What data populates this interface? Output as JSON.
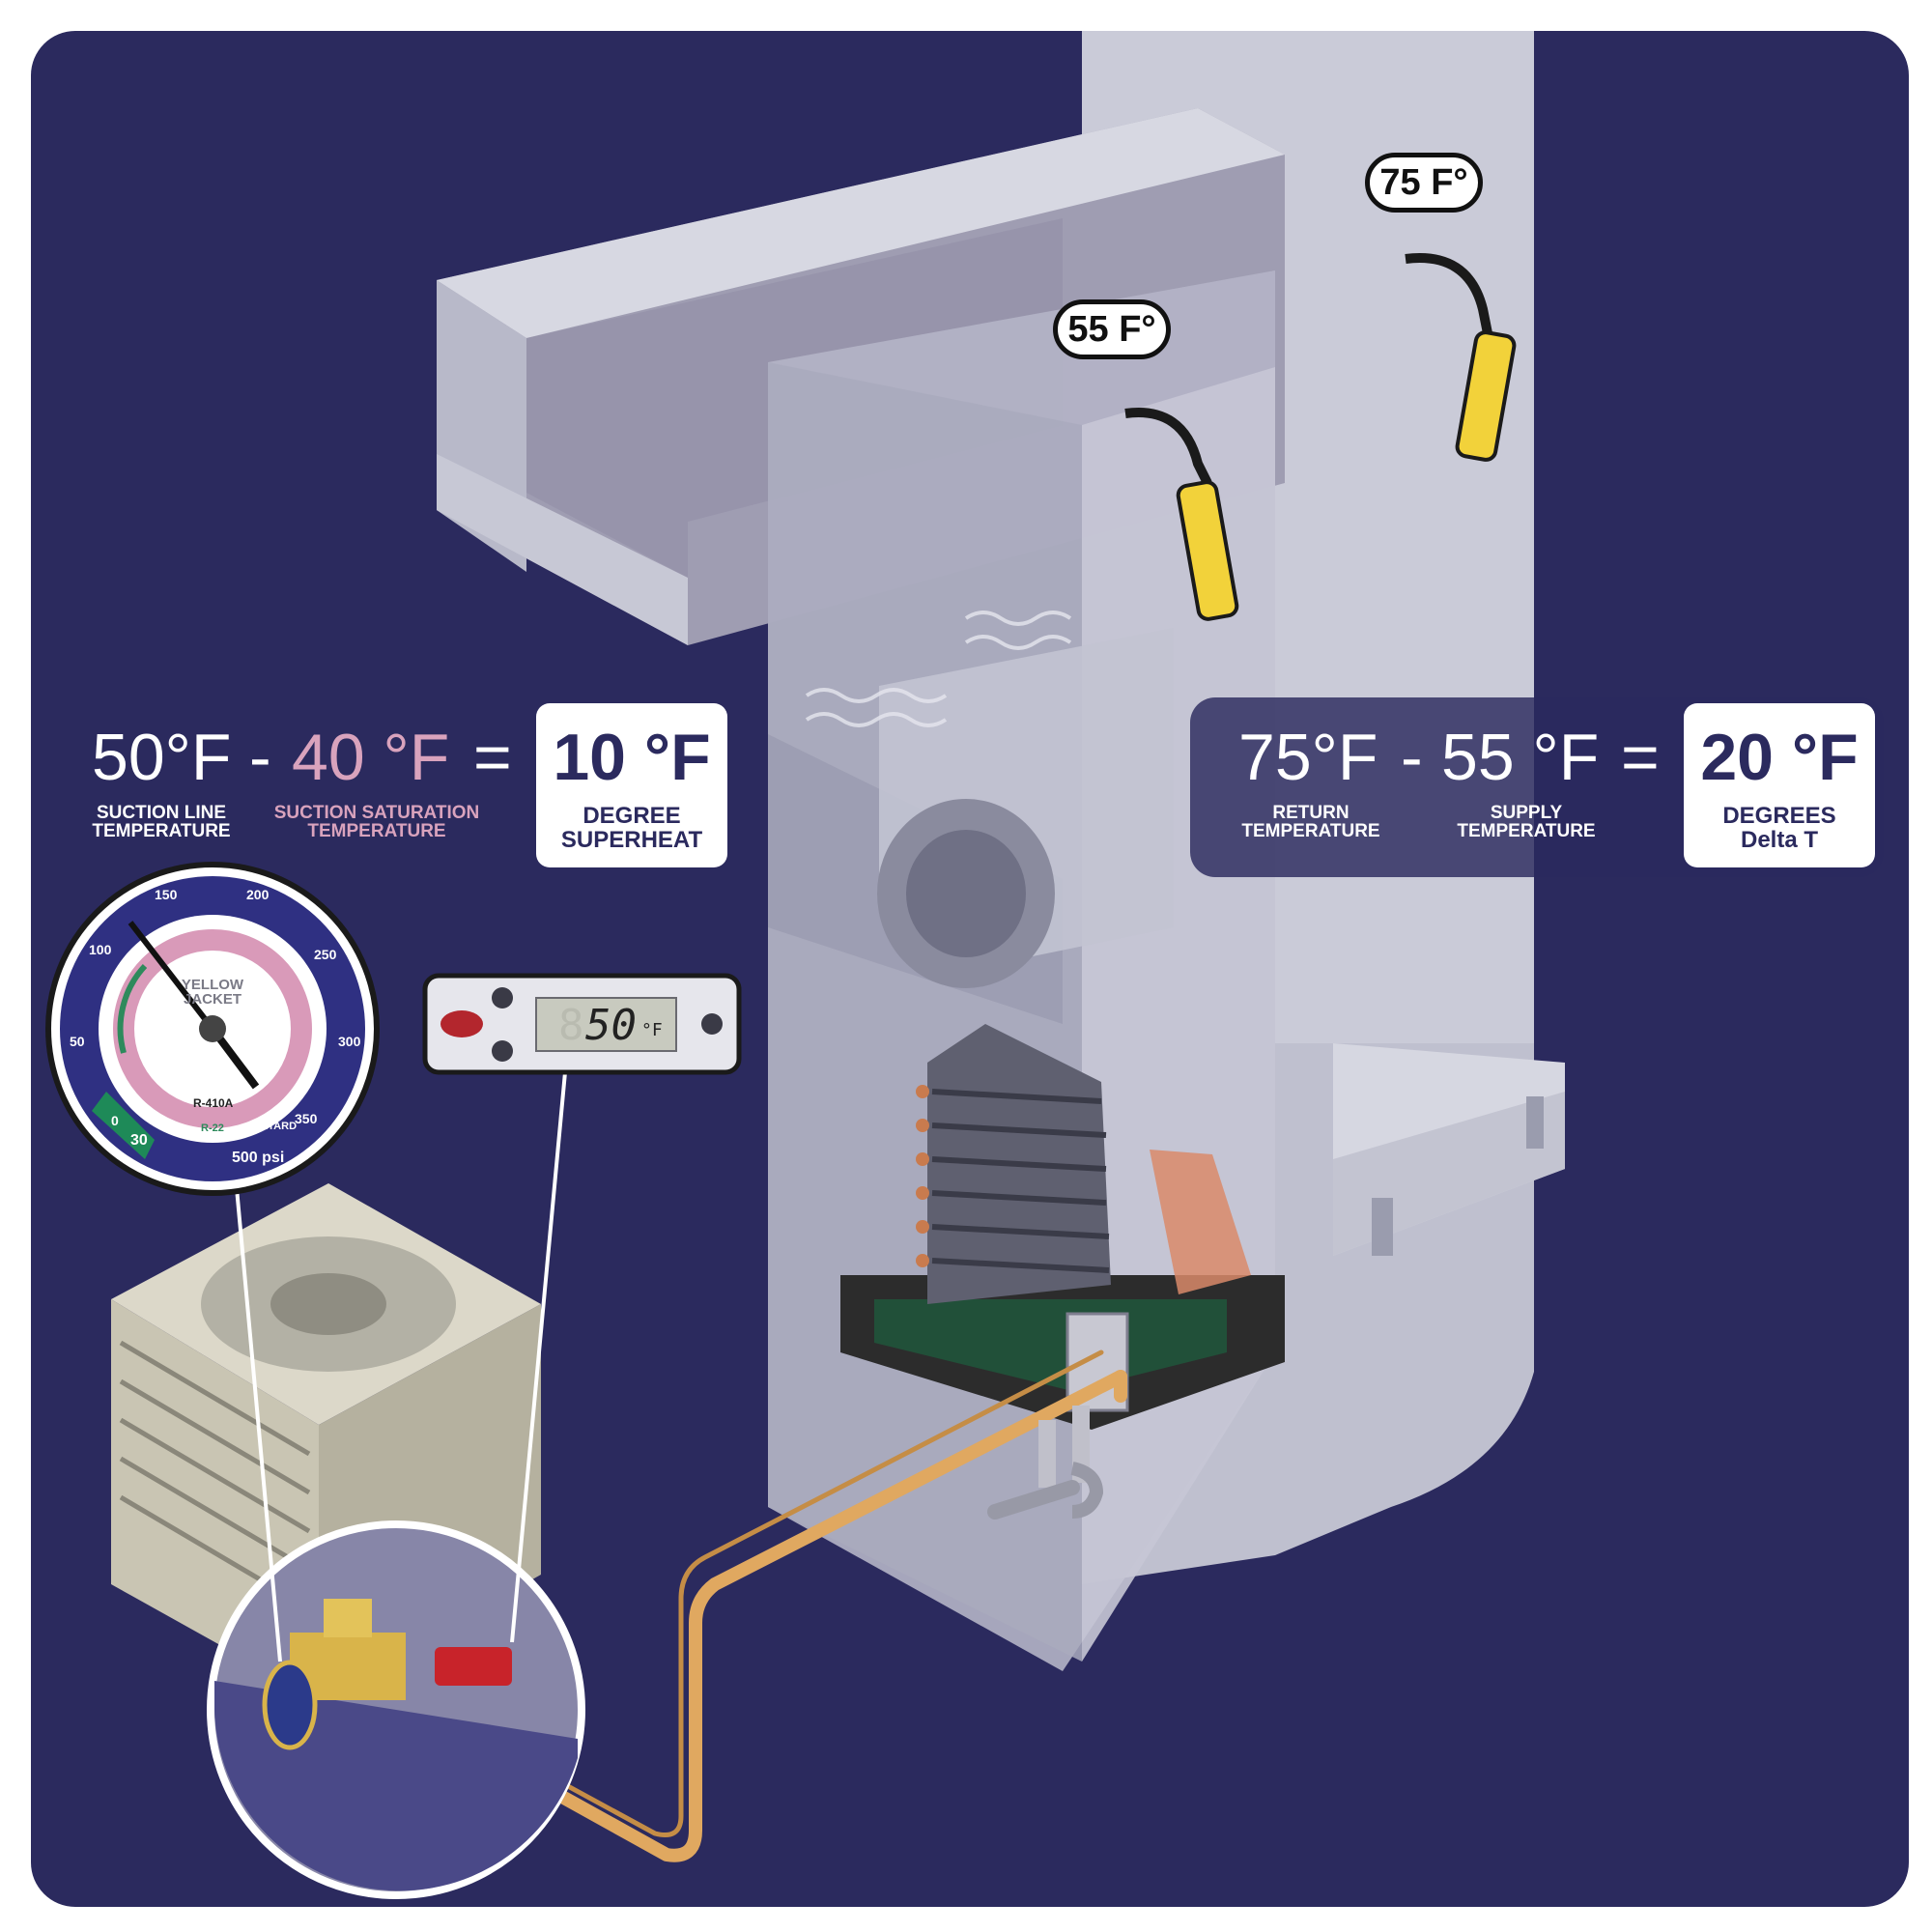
{
  "colors": {
    "background": "#2b2a5e",
    "pink": "#d9a3bd",
    "duct": "#cfd0db",
    "copper": "#e0a860",
    "probe_yellow": "#f2d23a"
  },
  "superheat": {
    "suction_line_temp": "50°F",
    "minus": "-",
    "saturation_temp": "40 °F",
    "equals": "=",
    "result_value": "10 °F",
    "result_label_1": "DEGREE",
    "result_label_2": "SUPERHEAT",
    "suction_line_label_1": "SUCTION LINE",
    "suction_line_label_2": "TEMPERATURE",
    "saturation_label_1": "SUCTION SATURATION",
    "saturation_label_2": "TEMPERATURE"
  },
  "delta_t": {
    "return_temp": "75°F",
    "minus": "-",
    "supply_temp": "55 °F",
    "equals": "=",
    "result_value": "20 °F",
    "result_label_1": "DEGREES",
    "result_label_2": "Delta T",
    "return_label_1": "RETURN",
    "return_label_2": "TEMPERATURE",
    "supply_label_1": "SUPPLY",
    "supply_label_2": "TEMPERATURE"
  },
  "probe_tags": {
    "return_probe": "75 F°",
    "supply_probe": "55 F°"
  },
  "gauge": {
    "brand_line_1": "YELLOW",
    "brand_line_2": "JACKET",
    "refrigerant_primary": "R-410A",
    "refrigerant_secondary": "R-22",
    "retard_label": "RETARD",
    "max_label": "500 psi",
    "zero_label": "0",
    "green_label": "30",
    "outer_ticks": [
      "50",
      "100",
      "150",
      "200",
      "250",
      "300",
      "350"
    ]
  },
  "thermometer": {
    "ghost_digit": "8",
    "reading": "50",
    "unit": "°F"
  },
  "icons": [
    "manifold-gauge-icon",
    "digital-thermometer-icon",
    "temperature-probe-icon",
    "condenser-unit-icon",
    "evaporator-coil-icon",
    "blower-icon"
  ]
}
